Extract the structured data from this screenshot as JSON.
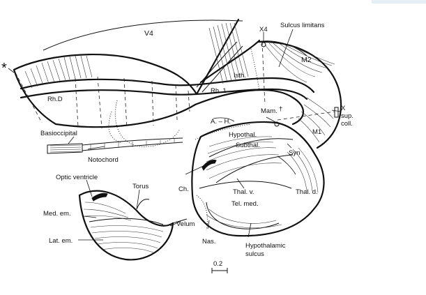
{
  "labels": {
    "v4": "V4",
    "x4": "X4",
    "sulcus_limitans": "Sulcus limitans",
    "m2": "M2",
    "star": "*",
    "rh_d": "Rh.D",
    "isth": "Isth.",
    "rh1": "Rh. 1",
    "mam": "Mam.",
    "dagger": "†",
    "x": "X",
    "sup": "sup.",
    "coll": "coll.",
    "m1": "M1",
    "ah": "A. – H.",
    "hypothal": "Hypothal.",
    "subthal": "Subthal.",
    "basioccipital": "Basioccipital",
    "notochord": "Notochord",
    "syn": "Syn",
    "optic_ventricle": "Optic ventricle",
    "torus": "Torus",
    "ch": "Ch.",
    "thal_v": "Thal. v.",
    "thal_d": "Thal. d.",
    "tel_med": "Tel. med.",
    "med_em": "Med. em.",
    "lat_em": "Lat. em.",
    "velum": "Velum",
    "nas": "Nas.",
    "hypothalamic": "Hypothalamic",
    "sulcus": "sulcus",
    "scale": "0.2"
  }
}
